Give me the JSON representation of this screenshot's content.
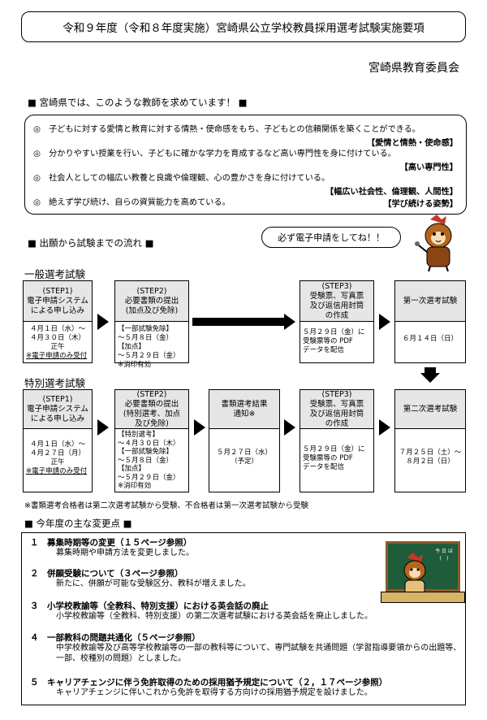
{
  "title": "令和９年度（令和８年度実施）宮崎県公立学校教員採用選考試験実施要項",
  "org": "宮崎県教育委員会",
  "ideal": {
    "heading": "■ 宮崎県では、このような教師を求めています！ ■",
    "items": [
      {
        "text": "◎　子どもに対する愛情と教育に対する情熱・使命感をもち、子どもとの信頼関係を築くことができる。",
        "tag": "【愛情と情熱・使命感】"
      },
      {
        "text": "◎　分かりやすい授業を行い、子どもに確かな学力を育成するなど高い専門性を身に付けている。",
        "tag": "【高い専門性】"
      },
      {
        "text": "◎　社会人としての幅広い教養と良識や倫理観、心の豊かさを身に付けている。",
        "tag": "【幅広い社会性、倫理観、人間性】"
      },
      {
        "text": "◎　絶えず学び続け、自らの資質能力を高めている。",
        "tag": "【学び続ける姿勢】"
      }
    ]
  },
  "flow": {
    "heading": "■ 出願から試験までの流れ ■",
    "bubble": "必ず電子申請をしてね！！",
    "general": {
      "label": "一般選考試験",
      "step1": {
        "head1": "(STEP1)",
        "head2": "電子申請システム",
        "head3": "による申し込み",
        "b1": "４月１日（水）～",
        "b2": "４月３０日（木）",
        "b3": "正午",
        "b4": "※電子申請のみ受付"
      },
      "step2": {
        "head1": "(STEP2)",
        "head2": "必要書類の提出",
        "head3": "(加点及び免除)",
        "b1": "【一部試験免除】",
        "b2": "～５月８日（金）",
        "b3": "【加点】",
        "b4": "～５月２９日（金）",
        "b5": "※消印有効"
      },
      "step3": {
        "head1": "(STEP3)",
        "head2": "受験票、写真票",
        "head3": "及び返信用封筒",
        "head4": "の作成",
        "b1": "５月２９日（金）に",
        "b2": "受験票等の PDF",
        "b3": "データを配信"
      },
      "first": {
        "head": "第一次選考試験",
        "body": "６月１４日（日）"
      }
    },
    "special": {
      "label": "特別選考試験",
      "step1": {
        "head1": "(STEP1)",
        "head2": "電子申請システム",
        "head3": "による申し込み",
        "b1": "４月１日（水）～",
        "b2": "４月２７日（月）",
        "b3": "正午",
        "b4": "※電子申請のみ受付"
      },
      "step2": {
        "head1": "(STEP2)",
        "head2": "必要書類の提出",
        "head3": "(特別選考、加点",
        "head4": "及び免除)",
        "b1": "【特別選考】",
        "b2": "～４月３０日（木）",
        "b3": "【一部試験免除】",
        "b4": "～５月８日（金）",
        "b5": "【加点】",
        "b6": "～５月２９日（金）",
        "b7": "※消印有効"
      },
      "result": {
        "head1": "書類選考結果",
        "head2": "通知※",
        "b1": "５月２７日（水）",
        "b2": "（予定）"
      },
      "step3": {
        "head1": "(STEP3)",
        "head2": "受験票、写真票",
        "head3": "及び返信用封筒",
        "head4": "の作成",
        "b1": "５月２９日（金）に",
        "b2": "受験票等の PDF",
        "b3": "データを配信"
      },
      "second": {
        "head": "第二次選考試験",
        "b1": "７月２５日（土）～",
        "b2": "８月２日（日）"
      }
    },
    "note": "※書類選考合格者は第二次選考試験から受験、不合格者は第一次選考試験から受験"
  },
  "changes": {
    "heading": "■ 今年度の主な変更点 ■",
    "board_text1": "今 日 は",
    "board_text2": "(　)",
    "items": [
      {
        "title": "１　募集時期等の変更（１５ページ参照）",
        "body": "募集時期や申請方法を変更しました。"
      },
      {
        "title": "２　併願受験について（３ページ参照）",
        "body": "新たに、併願が可能な受験区分、教科が増えました。"
      },
      {
        "title": "３　小学校教諭等（全教科、特別支援）における英会話の廃止",
        "body": "小学校教諭等（全教科、特別支援）の第二次選考試験における英会話を廃止しました。"
      },
      {
        "title": "４　一部教科の問題共通化（５ページ参照）",
        "body": "中学校教諭等及び高等学校教諭等の一部の教科等について、専門試験を共通問題（学習指導要領からの出題等、一部、校種別の問題）としました。"
      },
      {
        "title": "５　キャリアチェンジに伴う免許取得のための採用猶予規定について（２，１７ページ参照）",
        "body": "キャリアチェンジに伴いこれから免許を取得する方向けの採用猶予規定を設けました。"
      }
    ]
  }
}
